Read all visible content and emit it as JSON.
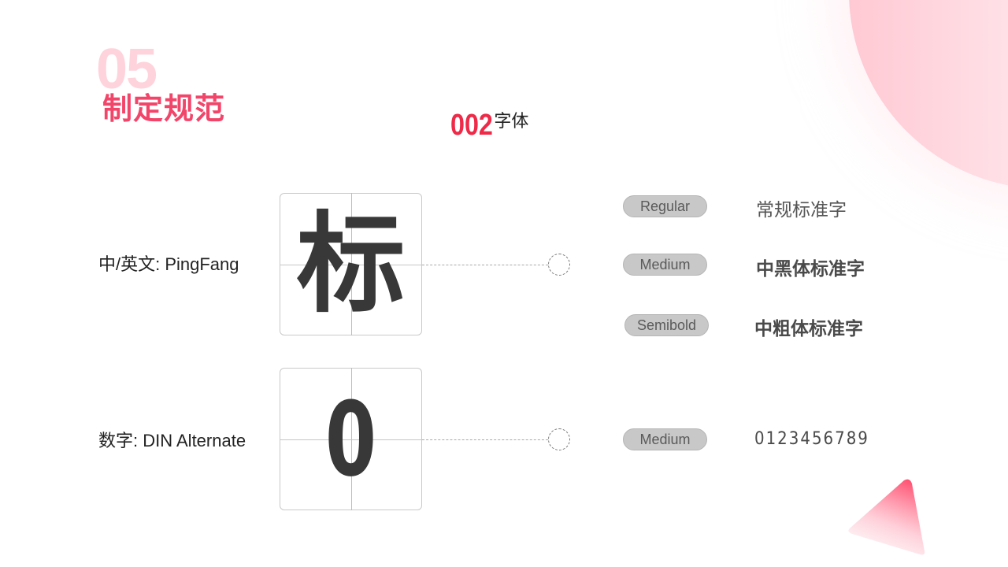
{
  "decor": {
    "accent": "#f2456a",
    "accent_dark": "#ee2a48",
    "watermark_color": "#ffd3db"
  },
  "header": {
    "section_number": "05",
    "title": "制定规范",
    "sub_code": "002",
    "sub_label": "字体"
  },
  "fonts": [
    {
      "label": "中/英文: PingFang",
      "specimen": "标",
      "weights": [
        {
          "name": "Regular",
          "sample": "常规标准字"
        },
        {
          "name": "Medium",
          "sample": "中黑体标准字"
        },
        {
          "name": "Semibold",
          "sample": "中粗体标准字"
        }
      ]
    },
    {
      "label": "数字: DIN Alternate",
      "specimen": "0",
      "weights": [
        {
          "name": "Medium",
          "sample": "0123456789"
        }
      ]
    }
  ]
}
